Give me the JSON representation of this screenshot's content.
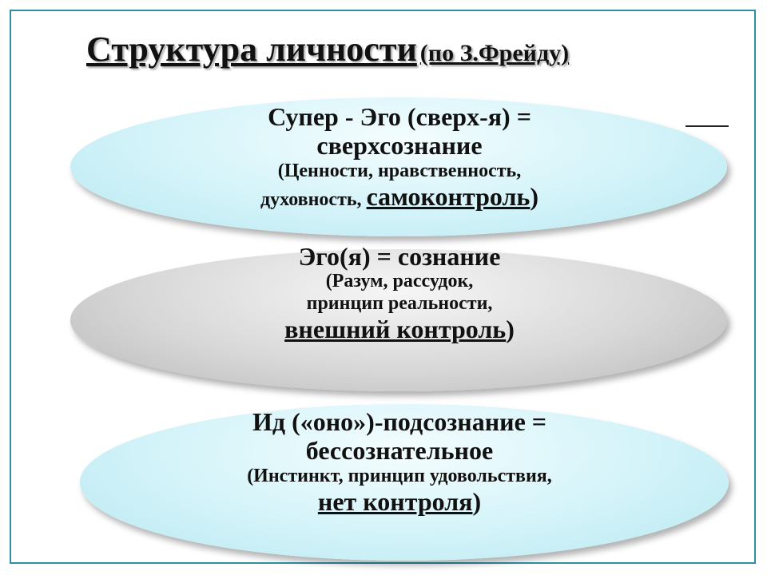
{
  "title": {
    "main": "Структура личности",
    "sub": "(по З.Фрейду)"
  },
  "super_ego": {
    "heading_line1": "Супер - Эго (сверх-я) =",
    "heading_line2": "сверхсознание",
    "detail_line1": "(Ценности, нравственность,",
    "detail_line2_start": "духовность, ",
    "detail_line2_emphasis": "самоконтроль",
    "detail_line2_end": ")"
  },
  "ego": {
    "heading": "Эго(я) = сознание",
    "detail_line1": "(Разум, рассудок,",
    "detail_line2": "принцип реальности,",
    "emphasis": "внешний контроль",
    "emphasis_end": ")"
  },
  "id": {
    "heading_line1": "Ид («оно»)-подсознание =",
    "heading_line2": "бессознательное",
    "detail_line1": "(Инстинкт, принцип удовольствия,",
    "emphasis": "нет контроля",
    "emphasis_end": ")"
  },
  "colors": {
    "frame": "#2f8fa5",
    "blue_ellipse": "#d2f3f9",
    "gray_ellipse": "#d8d8d8"
  }
}
